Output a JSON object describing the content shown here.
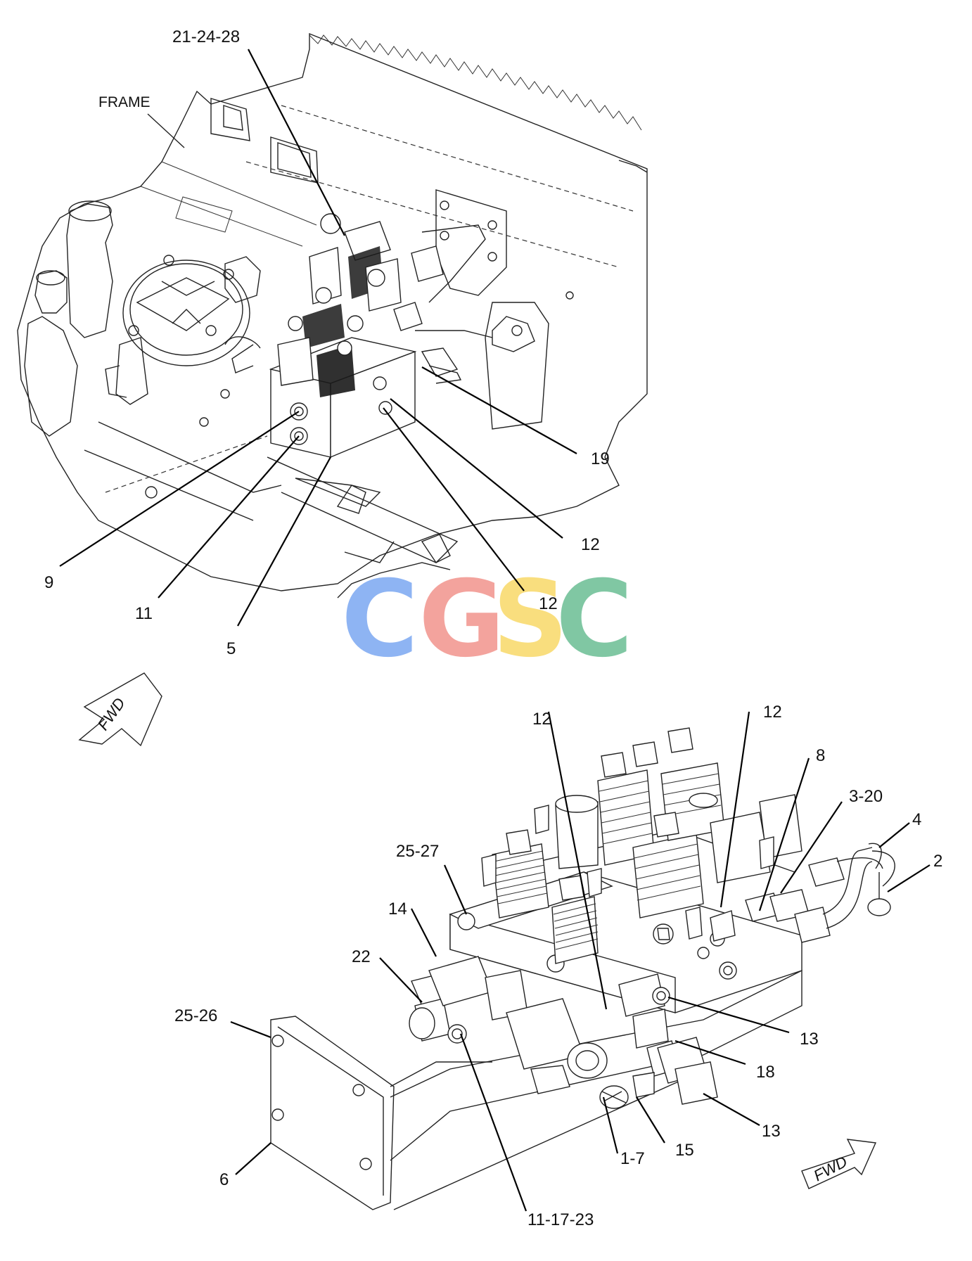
{
  "labels": {
    "frame": "FRAME",
    "top": {
      "c21_24_28": "21-24-28",
      "c19": "19",
      "c12a": "12",
      "c12b": "12",
      "c9": "9",
      "c11": "11",
      "c5": "5"
    },
    "bottom": {
      "c12a": "12",
      "c12b": "12",
      "c8": "8",
      "c3_20": "3-20",
      "c4": "4",
      "c2": "2",
      "c25_27": "25-27",
      "c14": "14",
      "c22": "22",
      "c25_26": "25-26",
      "c13a": "13",
      "c18": "18",
      "c13b": "13",
      "c15": "15",
      "c1_7": "1-7",
      "c6": "6",
      "c11_17_23": "11-17-23"
    },
    "fwd_top": "FWD",
    "fwd_bottom": "FWD"
  },
  "watermark": {
    "letters": [
      "C",
      "G",
      "S",
      "C"
    ],
    "colors": [
      "#6f9ff0",
      "#f08a82",
      "#f8d65a",
      "#5db88a"
    ]
  },
  "colors": {
    "line": "#222222",
    "background": "#ffffff"
  }
}
